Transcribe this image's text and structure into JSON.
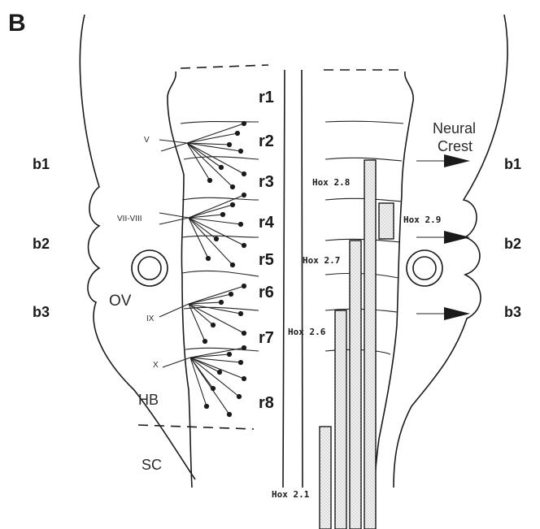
{
  "panel_label": "B",
  "rhombomeres": [
    "r1",
    "r2",
    "r3",
    "r4",
    "r5",
    "r6",
    "r7",
    "r8"
  ],
  "branchial_arches_left": [
    "b1",
    "b2",
    "b3"
  ],
  "branchial_arches_right": [
    "b1",
    "b2",
    "b3"
  ],
  "nerves": [
    "V",
    "VII-VIII",
    "IX",
    "X"
  ],
  "regions": {
    "otic_vesicle": "OV",
    "hindbrain": "HB",
    "spinal_cord": "SC"
  },
  "neural_crest": {
    "line1": "Neural",
    "line2": "Crest"
  },
  "hox_genes": [
    "Hox 2.8",
    "Hox 2.9",
    "Hox 2.7",
    "Hox 2.6",
    "Hox 2.1"
  ]
}
